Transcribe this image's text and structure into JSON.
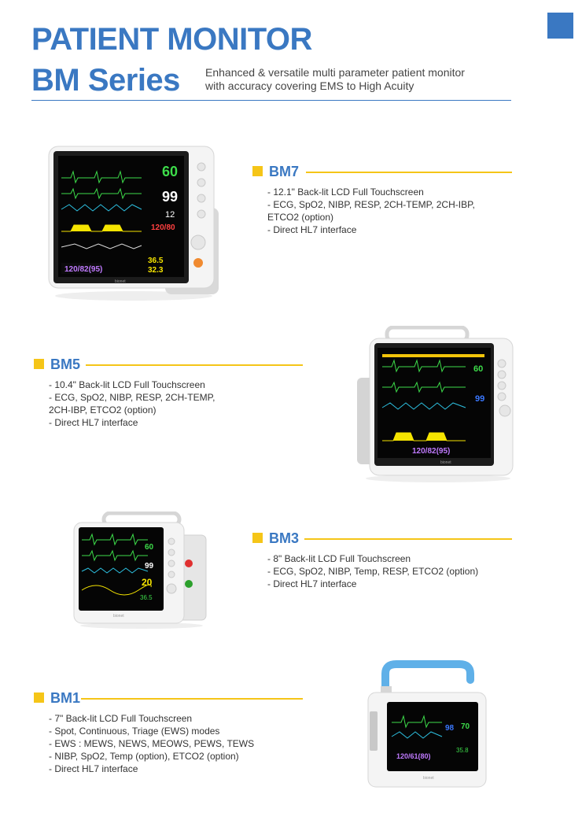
{
  "header": {
    "title": "PATIENT MONITOR",
    "series": "BM Series",
    "tagline_line1": "Enhanced & versatile multi parameter patient monitor",
    "tagline_line2": "with accuracy covering EMS to High Acuity"
  },
  "colors": {
    "brand": "#3a78c2",
    "accent": "#f5c518"
  },
  "models": {
    "bm7": {
      "name": "BM7",
      "specs": [
        "- 12.1\" Back-lit LCD Full Touchscreen",
        "- ECG, SpO2, NIBP, RESP, 2CH-TEMP, 2CH-IBP,",
        "  ETCO2 (option)",
        "- Direct HL7 interface"
      ],
      "screen": {
        "hr": "60",
        "spo2": "99",
        "resp": "12",
        "nibp": "120/80",
        "nibp_mean": "120/82(95)",
        "temp1": "36.5",
        "temp2": "32.3",
        "brand": "bionet"
      }
    },
    "bm5": {
      "name": "BM5",
      "specs": [
        "- 10.4\" Back-lit LCD Full Touchscreen",
        "- ECG, SpO2, NIBP, RESP, 2CH-TEMP,",
        "  2CH-IBP, ETCO2 (option)",
        "- Direct HL7 interface"
      ],
      "screen": {
        "hr": "60",
        "spo2": "99",
        "nibp_mean": "120/82(95)",
        "brand": "bionet"
      }
    },
    "bm3": {
      "name": "BM3",
      "specs": [
        "- 8\" Back-lit LCD Full Touchscreen",
        "- ECG, SpO2, NIBP, Temp, RESP, ETCO2 (option)",
        "- Direct HL7 interface"
      ],
      "screen": {
        "hr": "60",
        "spo2": "99",
        "resp": "20",
        "temp": "36.5",
        "brand": "bionet"
      }
    },
    "bm1": {
      "name": "BM1",
      "specs": [
        "- 7\" Back-lit LCD Full Touchscreen",
        "- Spot, Continuous, Triage (EWS) modes",
        "- EWS : MEWS, NEWS, MEOWS, PEWS, TEWS",
        "- NIBP, SpO2, Temp (option), ETCO2 (option)",
        "- Direct HL7 interface"
      ],
      "screen": {
        "spo2": "98",
        "hr": "70",
        "nibp": "120/61(80)",
        "temp": "35.8",
        "brand": "bionet"
      }
    }
  }
}
